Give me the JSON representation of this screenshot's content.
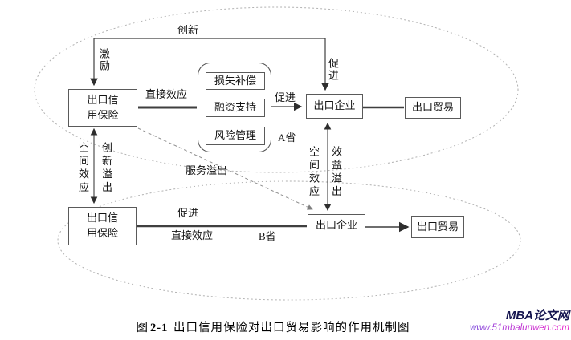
{
  "figure": {
    "caption_fig": "图",
    "caption_num": "2-1",
    "caption_title": "出口信用保险对出口贸易影响的作用机制图"
  },
  "watermark": {
    "site_name": "MBA论文网",
    "site_url": "www.51mbalunwen.com"
  },
  "colors": {
    "line": "#3f3f3f",
    "box_border": "#5a5a5a",
    "ellipse_dotted": "#b2b2b2",
    "spillover_line": "#8f8f8f",
    "watermark_name": "#161650",
    "watermark_url_start": "#7a4bdc",
    "watermark_url_end": "#e921c9"
  },
  "region_a": {
    "province": "A省",
    "insurance": "出口信用保险",
    "mechanisms": [
      "损失补偿",
      "融资支持",
      "风险管理"
    ],
    "enterprise": "出口企业",
    "trade": "出口贸易",
    "labels": {
      "innovation": "创新",
      "incentive": "激励",
      "promote_feedback": "促进",
      "direct_effect": "直接效应",
      "promote": "促进"
    }
  },
  "region_b": {
    "province": "B省",
    "insurance": "出口信用保险",
    "enterprise": "出口企业",
    "trade": "出口贸易",
    "labels": {
      "promote": "促进",
      "direct_effect": "直接效应"
    }
  },
  "spillovers": {
    "left_spatial": "空间效应",
    "innovation": "创新溢出",
    "service": "服务溢出",
    "right_spatial": "空间效应",
    "benefit": "效益溢出"
  }
}
